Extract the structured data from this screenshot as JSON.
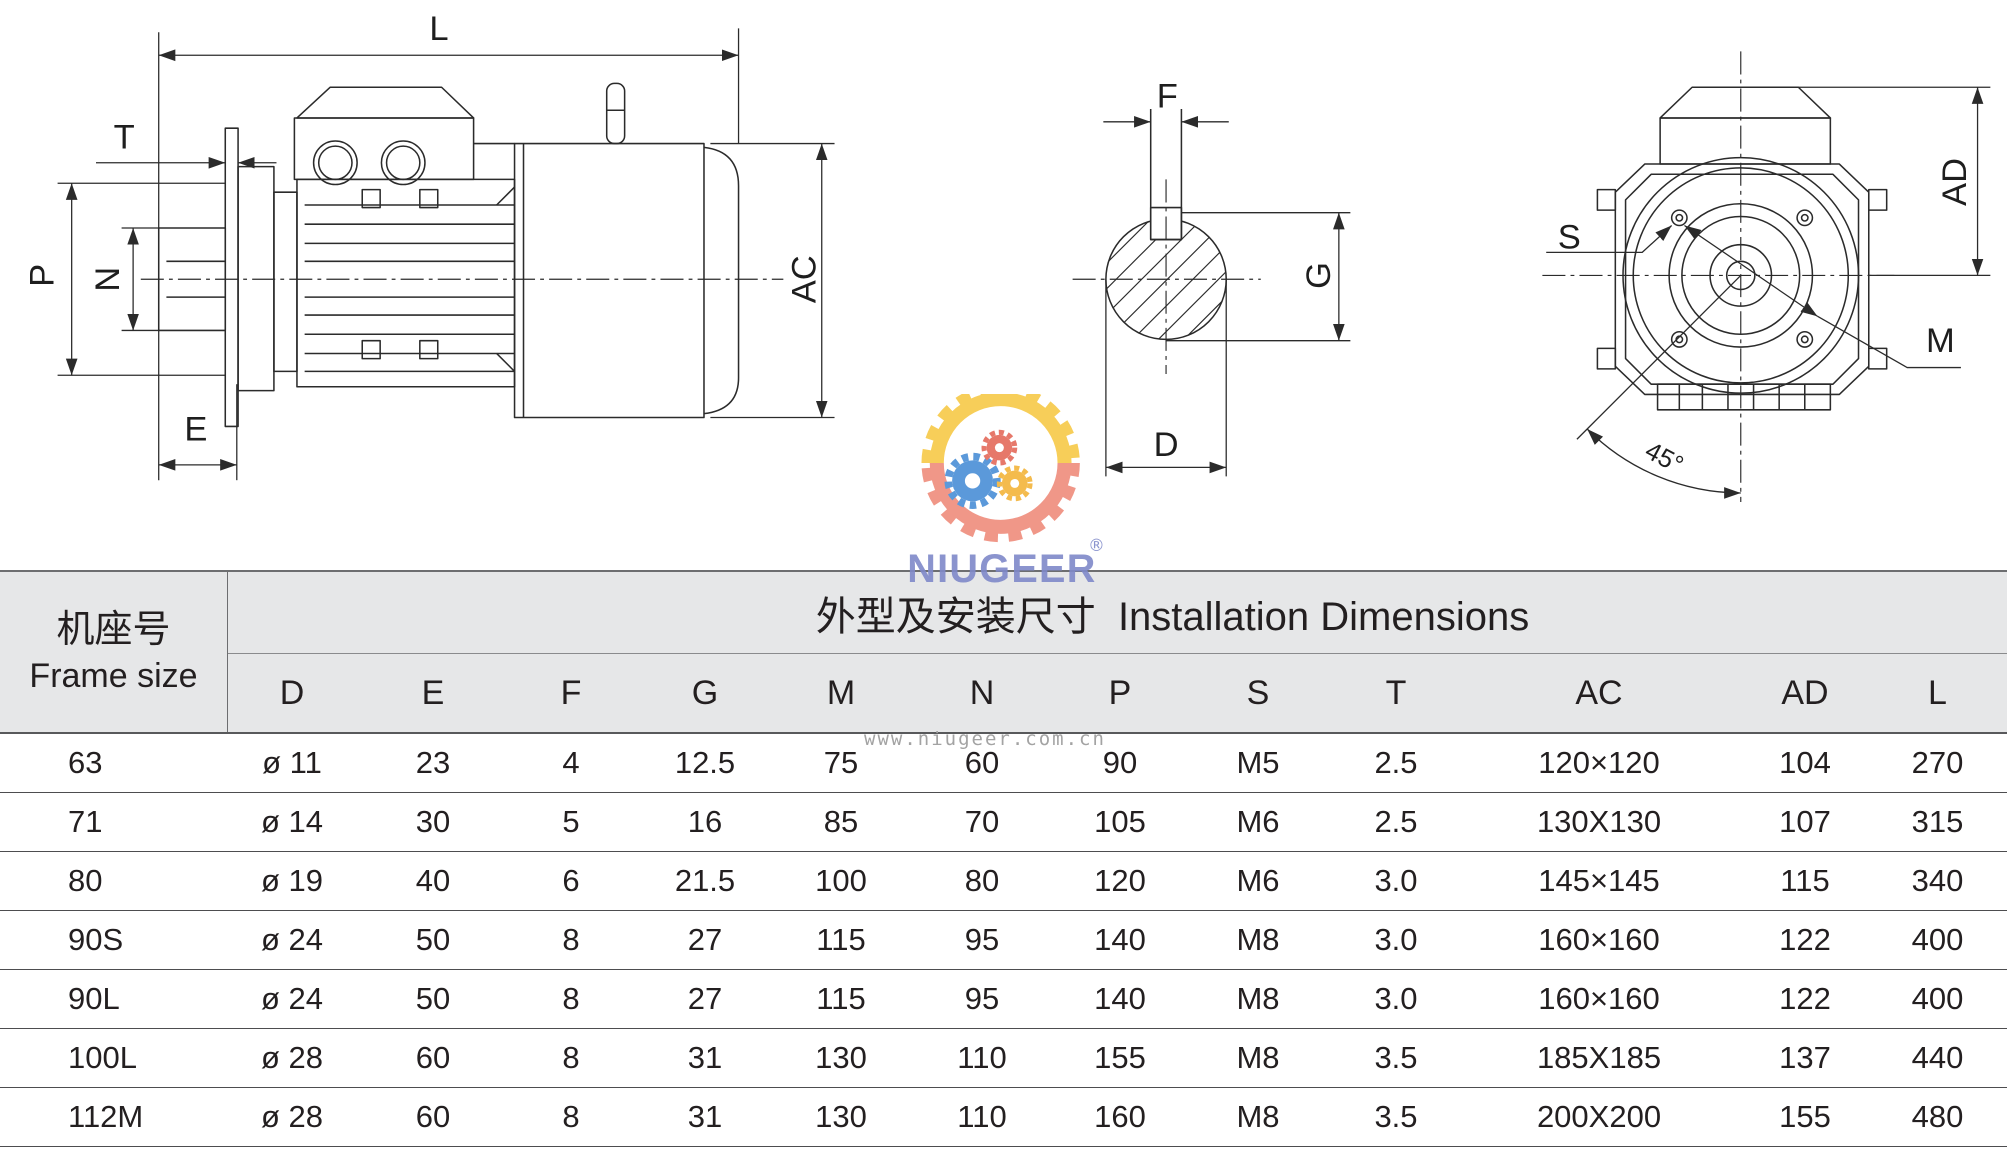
{
  "drawings": {
    "side_view": {
      "L": "L",
      "T": "T",
      "P": "P",
      "N": "N",
      "E": "E",
      "AC": "AC"
    },
    "shaft_section": {
      "F": "F",
      "G": "G",
      "D": "D"
    },
    "front_view": {
      "S": "S",
      "AD": "AD",
      "M": "M",
      "angle": "45°"
    }
  },
  "logo": {
    "name": "NIUGEER",
    "registered": "®"
  },
  "watermark": "www.niugeer.com.cn",
  "table": {
    "frame_header_cn": "机座号",
    "frame_header_en": "Frame size",
    "title": "外型及安装尺寸  Installation Dimensions",
    "columns": [
      "D",
      "E",
      "F",
      "G",
      "M",
      "N",
      "P",
      "S",
      "T",
      "AC",
      "AD",
      "L"
    ],
    "rows": [
      [
        "63",
        "ø 11",
        "23",
        "4",
        "12.5",
        "75",
        "60",
        "90",
        "M5",
        "2.5",
        "120×120",
        "104",
        "270"
      ],
      [
        "71",
        "ø 14",
        "30",
        "5",
        "16",
        "85",
        "70",
        "105",
        "M6",
        "2.5",
        "130X130",
        "107",
        "315"
      ],
      [
        "80",
        "ø 19",
        "40",
        "6",
        "21.5",
        "100",
        "80",
        "120",
        "M6",
        "3.0",
        "145×145",
        "115",
        "340"
      ],
      [
        "90S",
        "ø 24",
        "50",
        "8",
        "27",
        "115",
        "95",
        "140",
        "M8",
        "3.0",
        "160×160",
        "122",
        "400"
      ],
      [
        "90L",
        "ø 24",
        "50",
        "8",
        "27",
        "115",
        "95",
        "140",
        "M8",
        "3.0",
        "160×160",
        "122",
        "400"
      ],
      [
        "100L",
        "ø 28",
        "60",
        "8",
        "31",
        "130",
        "110",
        "155",
        "M8",
        "3.5",
        "185X185",
        "137",
        "440"
      ],
      [
        "112M",
        "ø 28",
        "60",
        "8",
        "31",
        "130",
        "110",
        "160",
        "M8",
        "3.5",
        "200X200",
        "155",
        "480"
      ]
    ]
  },
  "colors": {
    "header_background": "#e6e7e8",
    "rule_lines": "#58595b",
    "text": "#231f20",
    "logo_text": "#7f89c9",
    "logo_yellow": "#f7c948",
    "logo_salmon": "#ef8c7c",
    "logo_blue": "#4a8fd6"
  }
}
